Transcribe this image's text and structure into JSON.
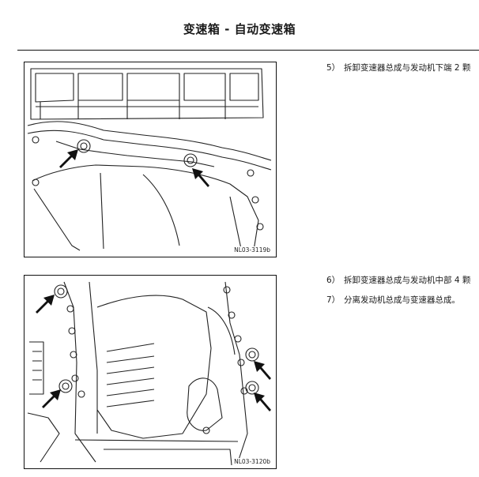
{
  "header": {
    "title": "变速箱 - 自动变速箱"
  },
  "figures": [
    {
      "code": "NL03-3119b"
    },
    {
      "code": "NL03-3120b"
    }
  ],
  "steps": [
    {
      "number": "5）",
      "text": "拆卸变速器总成与发动机下端 2 颗"
    },
    {
      "number": "6）",
      "text": "拆卸变速器总成与发动机中部 4 颗"
    },
    {
      "number": "7）",
      "text": "分离发动机总成与变速器总成。"
    }
  ]
}
